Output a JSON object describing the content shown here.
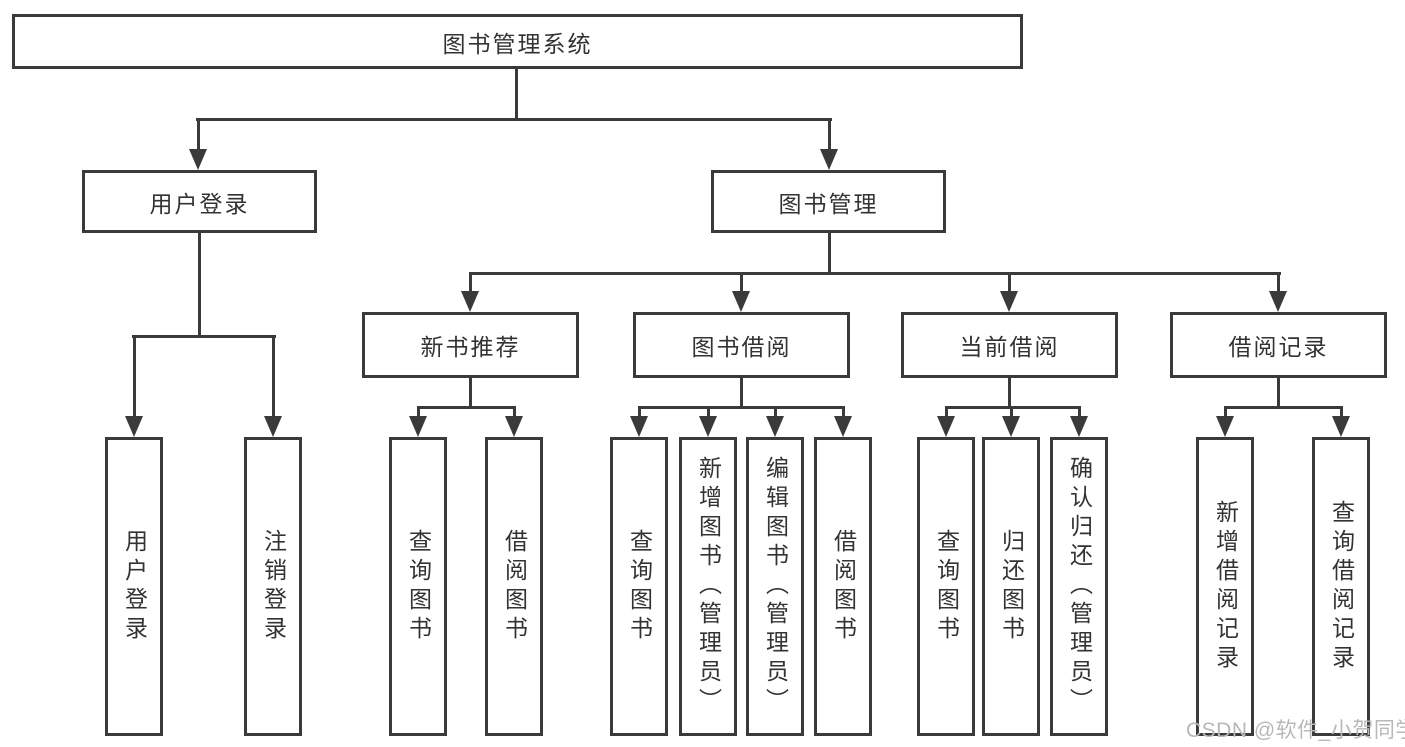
{
  "tree": {
    "root": {
      "label": "图书管理系统"
    },
    "level2": [
      {
        "label": "用户登录",
        "children": [
          {
            "label": "用户登录"
          },
          {
            "label": "注销登录"
          }
        ]
      },
      {
        "label": "图书管理",
        "children": [
          {
            "label": "新书推荐",
            "children": [
              {
                "label": "查询图书"
              },
              {
                "label": "借阅图书"
              }
            ]
          },
          {
            "label": "图书借阅",
            "children": [
              {
                "label": "查询图书"
              },
              {
                "label": "新增图书（管理员）"
              },
              {
                "label": "编辑图书（管理员）"
              },
              {
                "label": "借阅图书"
              }
            ]
          },
          {
            "label": "当前借阅",
            "children": [
              {
                "label": "查询图书"
              },
              {
                "label": "归还图书"
              },
              {
                "label": "确认归还（管理员）"
              }
            ]
          },
          {
            "label": "借阅记录",
            "children": [
              {
                "label": "新增借阅记录"
              },
              {
                "label": "查询借阅记录"
              }
            ]
          }
        ]
      }
    ]
  },
  "watermark": {
    "text": "CSDN @软件_小贺同学"
  },
  "colors": {
    "line": "#3a3a3a",
    "text": "#333333",
    "background": "#ffffff",
    "watermark": "#b8b8b8"
  }
}
